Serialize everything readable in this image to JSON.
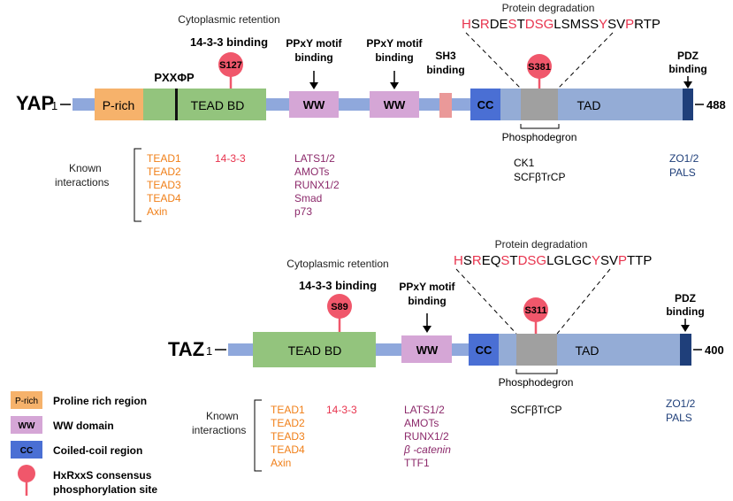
{
  "yap": {
    "name": "YAP",
    "start": "1",
    "end": "488",
    "cytoplasmic_retention": "Cytoplasmic retention",
    "binding_1433": "14-3-3 binding",
    "pxxphip": "PXXΦP",
    "ppxy_1": [
      "PPxY motif",
      "binding"
    ],
    "ppxy_2": [
      "PPxY motif",
      "binding"
    ],
    "sh3": [
      "SH3",
      "binding"
    ],
    "pdz": [
      "PDZ",
      "binding"
    ],
    "protein_degradation": "Protein degradation",
    "degron_sequence": [
      {
        "text": "H",
        "red": true
      },
      {
        "text": "S",
        "red": false
      },
      {
        "text": "R",
        "red": true
      },
      {
        "text": "DE",
        "red": false
      },
      {
        "text": "S",
        "red": true
      },
      {
        "text": "T",
        "red": false
      },
      {
        "text": "DSG",
        "red": true
      },
      {
        "text": "LSMSS",
        "red": false
      },
      {
        "text": "Y",
        "red": true
      },
      {
        "text": "SV",
        "red": false
      },
      {
        "text": "P",
        "red": true
      },
      {
        "text": "RTP",
        "red": false
      }
    ],
    "domains": {
      "prich": "P-rich",
      "teadbd": "TEAD BD",
      "ww1": "WW",
      "ww2": "WW",
      "cc": "CC",
      "tad": "TAD"
    },
    "sites": {
      "s127": "S127",
      "s381": "S381"
    },
    "phosphodegron": "Phosphodegron",
    "known_interactions": [
      "Known",
      "interactions"
    ],
    "interactions": {
      "tead": [
        "TEAD1",
        "TEAD2",
        "TEAD3",
        "TEAD4",
        "Axin"
      ],
      "p1433": [
        "14-3-3"
      ],
      "ww": [
        "LATS1/2",
        "AMOTs",
        "RUNX1/2",
        "Smad",
        "p73"
      ],
      "degron": [
        "CK1",
        "SCFβTrCP"
      ],
      "pdz": [
        "ZO1/2",
        "PALS"
      ]
    }
  },
  "taz": {
    "name": "TAZ",
    "start": "1",
    "end": "400",
    "cytoplasmic_retention": "Cytoplasmic retention",
    "binding_1433": "14-3-3 binding",
    "ppxy": [
      "PPxY motif",
      "binding"
    ],
    "pdz": [
      "PDZ",
      "binding"
    ],
    "protein_degradation": "Protein degradation",
    "degron_sequence": [
      {
        "text": "H",
        "red": true
      },
      {
        "text": "S",
        "red": false
      },
      {
        "text": "R",
        "red": true
      },
      {
        "text": "EQ",
        "red": false
      },
      {
        "text": "S",
        "red": true
      },
      {
        "text": "T",
        "red": false
      },
      {
        "text": "DSG",
        "red": true
      },
      {
        "text": "LGLGC",
        "red": false
      },
      {
        "text": "Y",
        "red": true
      },
      {
        "text": "SV",
        "red": false
      },
      {
        "text": "P",
        "red": true
      },
      {
        "text": "TTP",
        "red": false
      }
    ],
    "domains": {
      "teadbd": "TEAD BD",
      "ww": "WW",
      "cc": "CC",
      "tad": "TAD"
    },
    "sites": {
      "s89": "S89",
      "s311": "S311"
    },
    "phosphodegron": "Phosphodegron",
    "known_interactions": [
      "Known",
      "interactions"
    ],
    "interactions": {
      "tead": [
        "TEAD1",
        "TEAD2",
        "TEAD3",
        "TEAD4",
        "Axin"
      ],
      "p1433": [
        "14-3-3"
      ],
      "ww": [
        "LATS1/2",
        "AMOTs",
        "RUNX1/2",
        "β -catenin",
        "TTF1"
      ],
      "degron": [
        "SCFβTrCP"
      ],
      "pdz": [
        "ZO1/2",
        "PALS"
      ]
    }
  },
  "legend": {
    "prich_swatch": "P-rich",
    "prich_label": "Proline rich region",
    "ww_swatch": "WW",
    "ww_label": "WW domain",
    "cc_swatch": "CC",
    "cc_label": "Coiled-coil region",
    "site_label": [
      "HxRxxS consensus",
      "phosphorylation site"
    ]
  },
  "colors": {
    "backbone": "#8fa8dc",
    "prich": "#f6b26b",
    "teadbd": "#93c47d",
    "ww": "#d5a6d6",
    "sh3": "#ea9999",
    "cc": "#4a6fd4",
    "tad": "#94acd6",
    "degron": "#a0a0a0",
    "pdz": "#1f3f7a",
    "site": "#f0576b",
    "orange_text": "#f07f18",
    "red_text": "#e8344e",
    "purple_text": "#8c2a6b",
    "navy_text": "#1f3f7a"
  }
}
